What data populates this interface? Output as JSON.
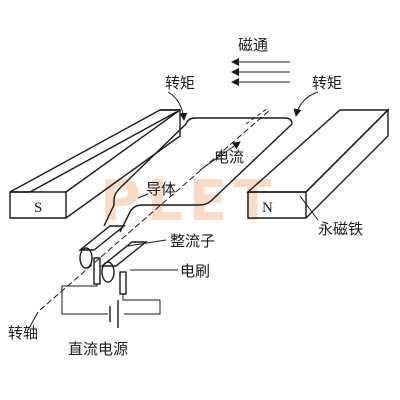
{
  "labels": {
    "flux": "磁通",
    "torque_left": "转矩",
    "torque_right": "转矩",
    "current": "电流",
    "conductor": "导体",
    "commutator": "整流子",
    "brush": "电刷",
    "shaft": "转轴",
    "dc_source": "直流电源",
    "permanent_magnet": "永磁铁",
    "pole_s": "S",
    "pole_n": "N"
  },
  "watermark": "PLET",
  "colors": {
    "ink": "#1a1a1a",
    "watermark": "#f4b183",
    "background": "#ffffff"
  }
}
